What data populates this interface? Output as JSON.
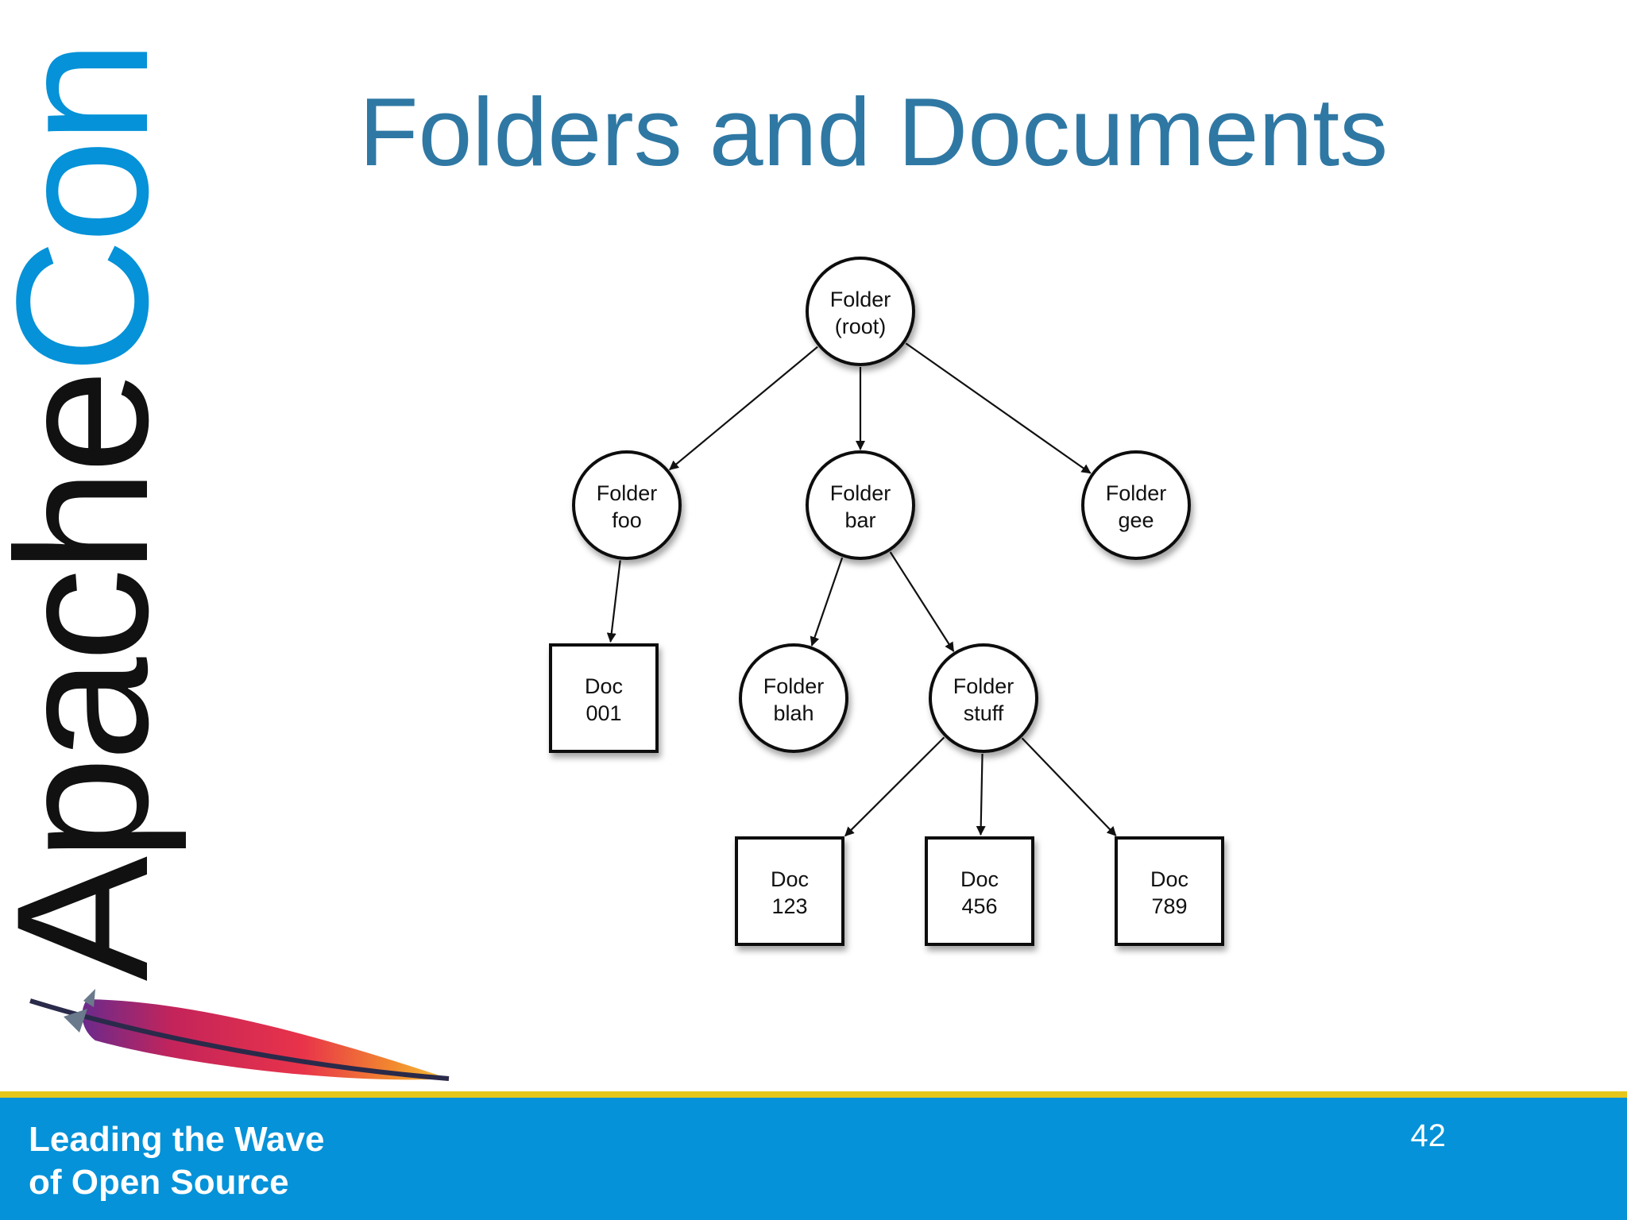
{
  "slide": {
    "title": "Folders and Documents",
    "logo": {
      "text_apache": "Apache",
      "text_con": "Con"
    },
    "footer": {
      "tagline_line1": "Leading the Wave",
      "tagline_line2": "of Open Source"
    },
    "page_number": "42"
  },
  "colors": {
    "title": "#2f78a4",
    "footer_blue": "#0592d8",
    "footer_stripe": "#e6c51d",
    "logo_black": "#111111",
    "logo_blue": "#0592d8"
  },
  "diagram": {
    "nodes": [
      {
        "id": "root",
        "shape": "circle",
        "line1": "Folder",
        "line2": "(root)"
      },
      {
        "id": "foo",
        "shape": "circle",
        "line1": "Folder",
        "line2": "foo"
      },
      {
        "id": "bar",
        "shape": "circle",
        "line1": "Folder",
        "line2": "bar"
      },
      {
        "id": "gee",
        "shape": "circle",
        "line1": "Folder",
        "line2": "gee"
      },
      {
        "id": "doc001",
        "shape": "square",
        "line1": "Doc",
        "line2": "001"
      },
      {
        "id": "blah",
        "shape": "circle",
        "line1": "Folder",
        "line2": "blah"
      },
      {
        "id": "stuff",
        "shape": "circle",
        "line1": "Folder",
        "line2": "stuff"
      },
      {
        "id": "doc123",
        "shape": "square",
        "line1": "Doc",
        "line2": "123"
      },
      {
        "id": "doc456",
        "shape": "square",
        "line1": "Doc",
        "line2": "456"
      },
      {
        "id": "doc789",
        "shape": "square",
        "line1": "Doc",
        "line2": "789"
      }
    ],
    "edges": [
      {
        "from": "root",
        "to": "foo"
      },
      {
        "from": "root",
        "to": "bar"
      },
      {
        "from": "root",
        "to": "gee"
      },
      {
        "from": "foo",
        "to": "doc001"
      },
      {
        "from": "bar",
        "to": "blah"
      },
      {
        "from": "bar",
        "to": "stuff"
      },
      {
        "from": "stuff",
        "to": "doc123"
      },
      {
        "from": "stuff",
        "to": "doc456"
      },
      {
        "from": "stuff",
        "to": "doc789"
      }
    ]
  }
}
